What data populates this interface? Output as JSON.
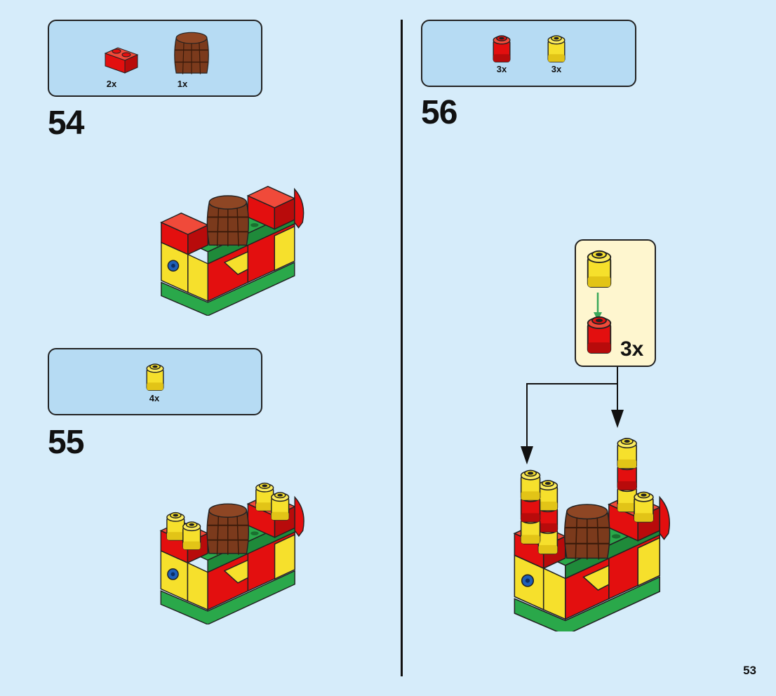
{
  "steps": [
    {
      "number": "54",
      "parts": [
        {
          "name": "red-brick-1x2",
          "qty": "2x",
          "color": "#e30f0f"
        },
        {
          "name": "brown-barrel",
          "qty": "1x",
          "color": "#7b3a1c"
        }
      ]
    },
    {
      "number": "55",
      "parts": [
        {
          "name": "yellow-round-brick",
          "qty": "4x",
          "color": "#f6e02c"
        }
      ]
    },
    {
      "number": "56",
      "parts": [
        {
          "name": "red-round-brick",
          "qty": "3x",
          "color": "#e30f0f"
        },
        {
          "name": "yellow-round-brick",
          "qty": "3x",
          "color": "#f6e02c"
        }
      ],
      "callout_qty": "3x"
    }
  ],
  "page_number": "53",
  "colors": {
    "page_bg": "#d6ecfa",
    "parts_box_bg": "#b6dbf3",
    "callout_bg": "#fef6cf",
    "red": "#e30f0f",
    "yellow": "#f6e02c",
    "green": "#2aa84a",
    "brown": "#7b3a1c",
    "blue": "#1f5fb8",
    "arrow_green": "#3aa85a"
  }
}
